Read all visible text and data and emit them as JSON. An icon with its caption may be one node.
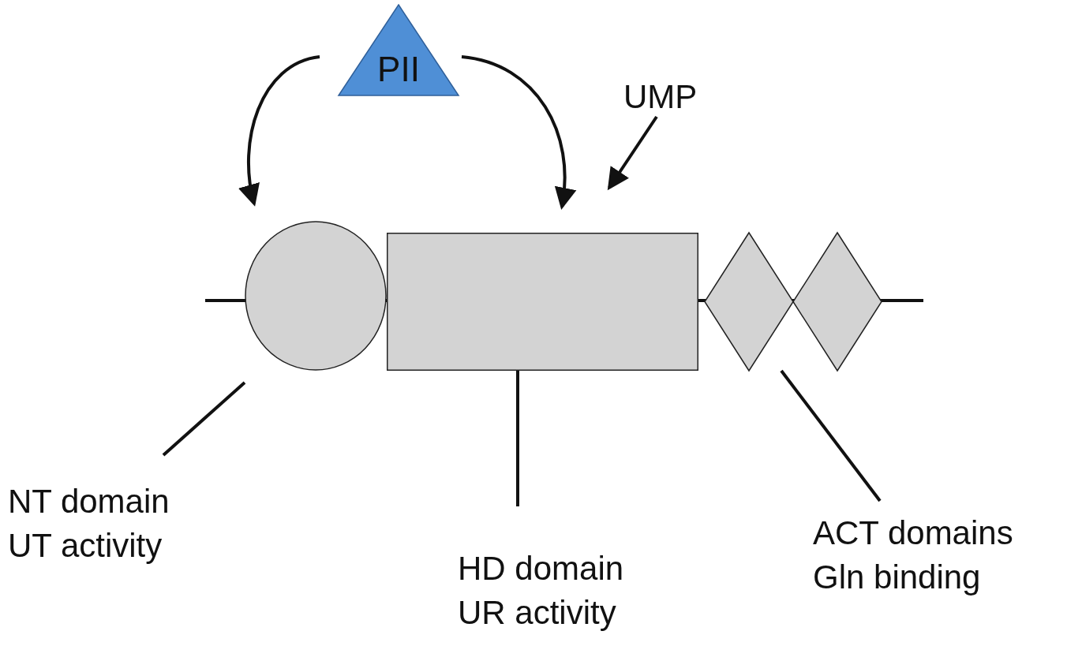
{
  "diagram": {
    "nodes": [
      {
        "text": [
          "PII"
        ]
      },
      {
        "text": [
          "UMP"
        ]
      },
      {
        "text": [],
        "shape": "circle"
      },
      {
        "text": [],
        "shape": "box"
      },
      {
        "text": [],
        "shape": "diamond"
      },
      {
        "text": [],
        "shape": "diamond"
      },
      {
        "text": [
          "NT domain UT activity"
        ]
      },
      {
        "text": [
          "HD domain UR activity"
        ]
      },
      {
        "text": [
          "ACT domains Gln binding"
        ]
      }
    ],
    "edges": [
      {
        "from": 0,
        "to": 2,
        "arrow": "to"
      },
      {
        "from": 0,
        "to": 3,
        "arrow": "to"
      },
      {
        "from": 1,
        "to": 3,
        "arrow": "to"
      },
      {
        "from": 6,
        "to": 2,
        "arrow": "none"
      },
      {
        "from": 7,
        "to": 3,
        "arrow": "none"
      },
      {
        "from": 8,
        "to": 4,
        "arrow": "none"
      }
    ]
  }
}
